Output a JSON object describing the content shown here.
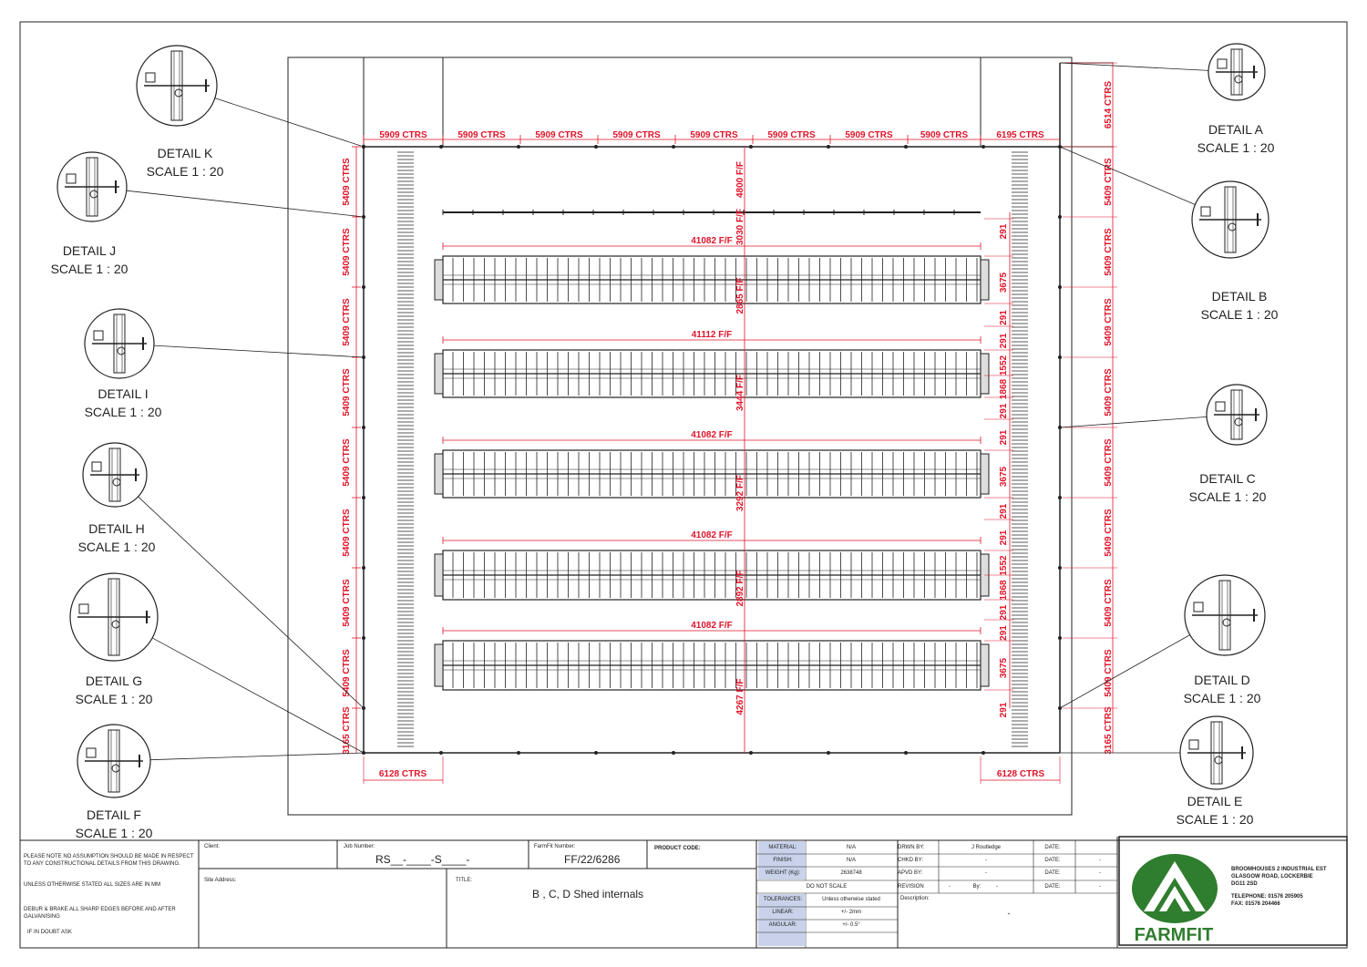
{
  "colors": {
    "dimension": "#e0142a",
    "line": "#222222",
    "logo_green": "#2f7d2e",
    "matcell": "#c9d2ea"
  },
  "plan": {
    "top_spans": [
      "5909 CTRS",
      "5909 CTRS",
      "5909 CTRS",
      "5909 CTRS",
      "5909 CTRS",
      "5909 CTRS",
      "5909 CTRS",
      "5909 CTRS",
      "6195 CTRS"
    ],
    "left_spans": [
      "5409 CTRS",
      "5409 CTRS",
      "5409 CTRS",
      "5409 CTRS",
      "5409 CTRS",
      "5409 CTRS",
      "5409 CTRS",
      "5409 CTRS",
      "3165 CTRS"
    ],
    "right_spans": [
      "6514 CTRS",
      "5409 CTRS",
      "5409 CTRS",
      "5409 CTRS",
      "5409 CTRS",
      "5409 CTRS",
      "5409 CTRS",
      "5409 CTRS",
      "5409 CTRS",
      "3165 CTRS"
    ],
    "bottom_left": "6128 CTRS",
    "bottom_right": "6128 CTRS",
    "center_vertical": [
      "4800 F/F",
      "3030 F/F",
      "2865 F/F",
      "3444 F/F",
      "3292 F/F",
      "2892 F/F",
      "4267 F/F"
    ],
    "pen_lengths": [
      "41082 F/F",
      "41112 F/F",
      "41082 F/F",
      "41082 F/F",
      "41082 F/F"
    ],
    "right_chain": [
      "291",
      "3675",
      "291",
      "291",
      "1552",
      "1868",
      "291",
      "291",
      "3675",
      "291",
      "291",
      "1552",
      "1868",
      "291",
      "291",
      "3675",
      "291"
    ]
  },
  "details": [
    {
      "name": "DETAIL K",
      "scale": "SCALE 1 : 20"
    },
    {
      "name": "DETAIL J",
      "scale": "SCALE 1 : 20"
    },
    {
      "name": "DETAIL I",
      "scale": "SCALE 1 : 20"
    },
    {
      "name": "DETAIL H",
      "scale": "SCALE 1 : 20"
    },
    {
      "name": "DETAIL G",
      "scale": "SCALE 1 : 20"
    },
    {
      "name": "DETAIL F",
      "scale": "SCALE 1 : 20"
    },
    {
      "name": "DETAIL A",
      "scale": "SCALE 1 : 20"
    },
    {
      "name": "DETAIL B",
      "scale": "SCALE 1 : 20"
    },
    {
      "name": "DETAIL C",
      "scale": "SCALE 1 : 20"
    },
    {
      "name": "DETAIL D",
      "scale": "SCALE 1 : 20"
    },
    {
      "name": "DETAIL E",
      "scale": "SCALE 1 : 20"
    }
  ],
  "title_block": {
    "notes": [
      "PLEASE NOTE NO ASSUMPTION SHOULD BE MADE IN RESPECT TO ANY CONSTRUCTIONAL DETAILS FROM THIS DRAWING.",
      "UNLESS OTHERWISE STATED ALL SIZES ARE IN MM",
      "DEBUR & BRAKE ALL SHARP EDGES BEFORE AND AFTER GALVANISING",
      "IF IN DOUBT ASK"
    ],
    "client_label": "Client:",
    "job_label": "Job Number:",
    "job_value": "RS__-____-S____-",
    "farmfit_label": "FarmFit Number:",
    "farmfit_value": "FF/22/6286",
    "product_label": "PRODUCT CODE:",
    "site_label": "Site Address:",
    "title_label": "TITLE:",
    "title_value": "B , C, D Shed internals",
    "material_label": "MATERIAL:",
    "material_value": "N/A",
    "finish_label": "FINISH:",
    "finish_value": "N/A",
    "weight_label": "WEIGHT (Kg):",
    "weight_value": "2638748",
    "do_not_scale": "DO NOT SCALE",
    "tolerances_label": "TOLERANCES:",
    "tolerances_value": "Unless otherwise stated",
    "linear_label": "LINEAR:",
    "linear_value": "+/-  2mm",
    "angular_label": "ANGULAR:",
    "angular_value": "+/-  0.5°",
    "drwn_label": "DRWN BY:",
    "drwn_value": "J Routledge",
    "chkd_label": "CHKD BY:",
    "chkd_value": "-",
    "apvd_label": "APVD BY:",
    "apvd_value": "-",
    "revision_label": "REVISION",
    "revision_value": "-",
    "by_label": "By:",
    "by_value": "-",
    "date_label": "DATE:",
    "date_value": "-",
    "description_label": "Description:",
    "description_value": "-",
    "company_address": [
      "BROOMHOUSES 2 INDUSTRIAL EST",
      "GLASGOW ROAD, LOCKERBIE",
      "DG11 2SD"
    ],
    "telephone": "TELEPHONE: 01576 205905",
    "fax": "FAX: 01576 204466",
    "logo_text": "FARMFIT"
  }
}
